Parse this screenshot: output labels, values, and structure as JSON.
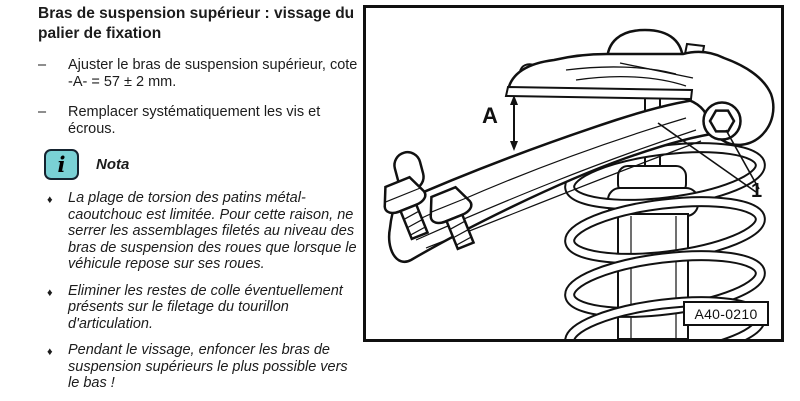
{
  "document": {
    "heading": "Bras de suspension supérieur : vissage du palier de fixation",
    "steps": [
      {
        "marker": "–",
        "text": "Ajuster le bras de suspension supérieur, cote -A- = 57 ± 2 mm."
      },
      {
        "marker": "–",
        "text": "Remplacer systématiquement les vis et écrous."
      }
    ],
    "nota": {
      "glyph": "i",
      "label": "Nota"
    },
    "notes": [
      {
        "marker": "♦",
        "text": "La plage de torsion des patins métal-caoutchouc est limitée. Pour cette raison, ne serrer les assemblages filetés au niveau des bras de suspension des roues que lorsque le véhicule repose sur ses roues."
      },
      {
        "marker": "♦",
        "text": "Eliminer les restes de colle éventuellement présents sur le filetage du tourillon d'articulation."
      },
      {
        "marker": "♦",
        "text": "Pendant le vissage, enfoncer les bras de suspension supérieurs le plus possible vers le bas !"
      }
    ],
    "figure": {
      "dimension_label": "A",
      "callout_label": "1",
      "code": "A40-0210"
    },
    "colors": {
      "text": "#1c1c1c",
      "nota_icon_bg": "#7ad1d5",
      "nota_icon_border": "#15232f",
      "line": "#111111"
    }
  }
}
